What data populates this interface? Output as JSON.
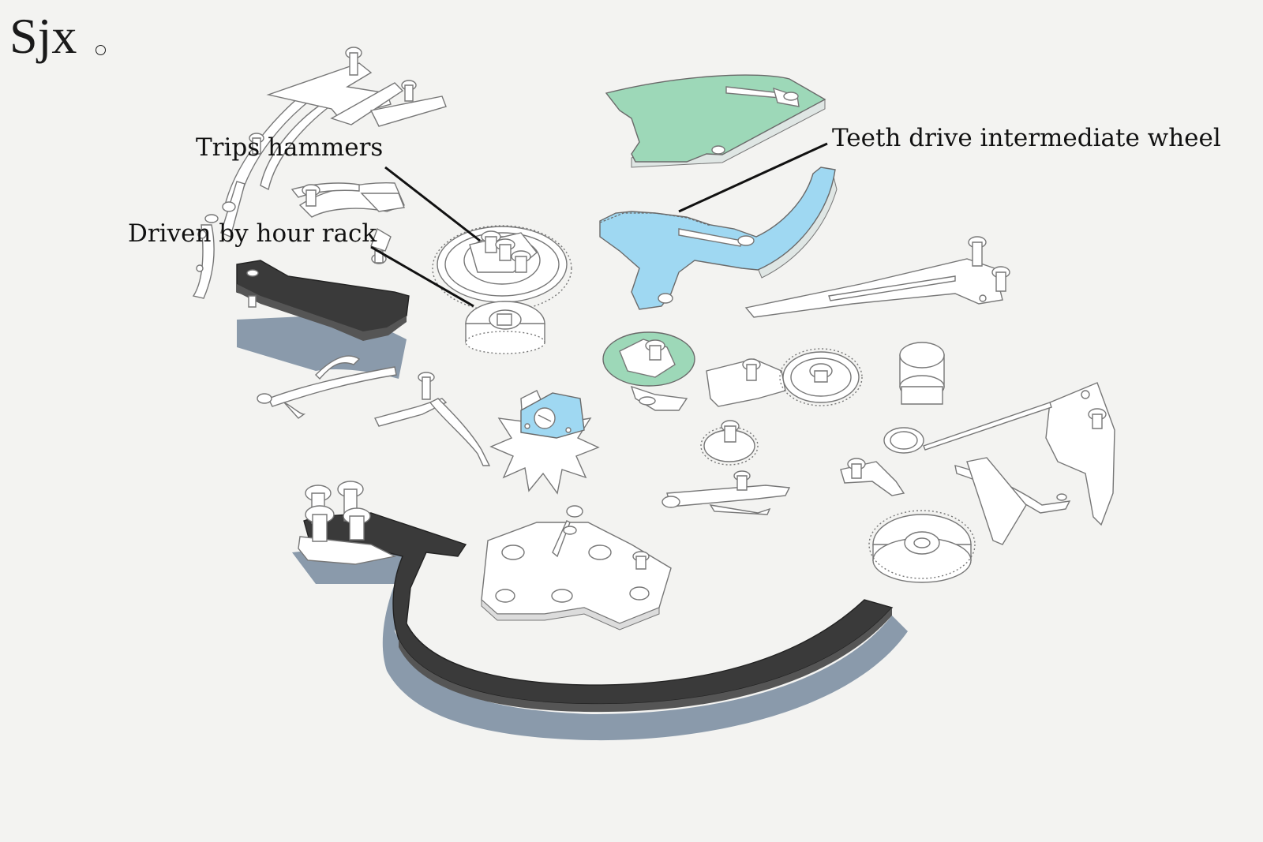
{
  "logo": {
    "text": "Sjx",
    "icon": "ring-dot-icon"
  },
  "annotations": [
    {
      "id": "trips",
      "text": "Trips hammers"
    },
    {
      "id": "driven",
      "text": "Driven by hour rack"
    },
    {
      "id": "teeth",
      "text": "Teeth drive intermediate wheel"
    }
  ],
  "colors": {
    "background": "#f3f3f1",
    "part_outline": "#7a7a7a",
    "part_fill": "#ffffff",
    "green_part": "#9dd8b8",
    "blue_part": "#9fd8f2",
    "dark_part": "#3a3a3a",
    "shadow": "#8a9aab",
    "leader_line": "#111111"
  }
}
